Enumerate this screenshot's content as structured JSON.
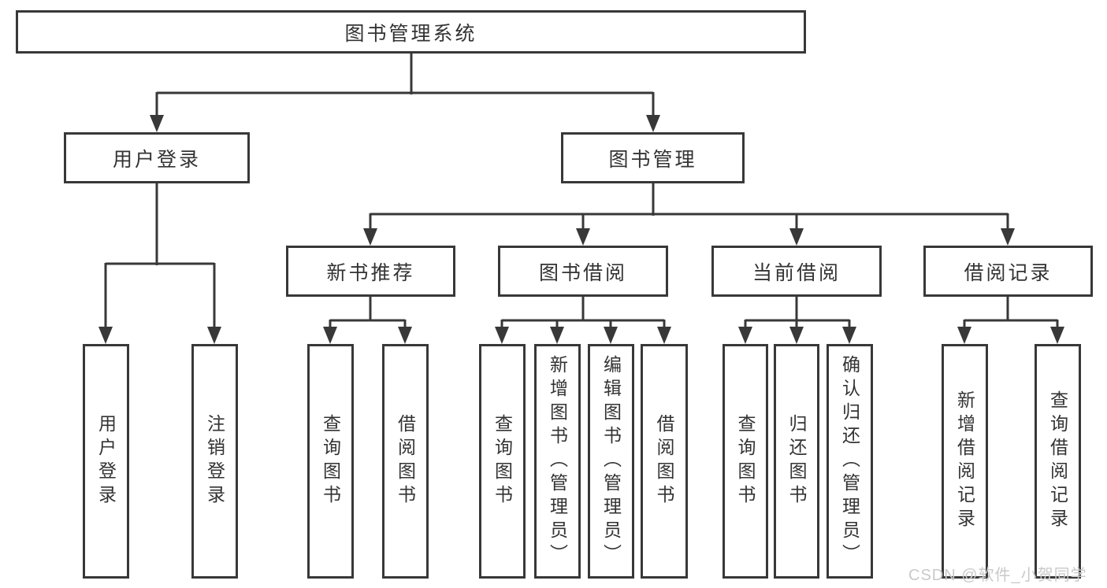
{
  "diagram_title": "图书管理系统",
  "tree": {
    "root": {
      "label": "图书管理系统",
      "children": [
        {
          "label": "用户登录",
          "children": [
            {
              "label": "用户登录"
            },
            {
              "label": "注销登录"
            }
          ]
        },
        {
          "label": "图书管理",
          "children": [
            {
              "label": "新书推荐",
              "children": [
                {
                  "label": "查询图书"
                },
                {
                  "label": "借阅图书"
                }
              ]
            },
            {
              "label": "图书借阅",
              "children": [
                {
                  "label": "查询图书"
                },
                {
                  "label": "新增图书（管理员）"
                },
                {
                  "label": "编辑图书（管理员）"
                },
                {
                  "label": "借阅图书"
                }
              ]
            },
            {
              "label": "当前借阅",
              "children": [
                {
                  "label": "查询图书"
                },
                {
                  "label": "归还图书"
                },
                {
                  "label": "确认归还（管理员）"
                }
              ]
            },
            {
              "label": "借阅记录",
              "children": [
                {
                  "label": "新增借阅记录"
                },
                {
                  "label": "查询借阅记录"
                }
              ]
            }
          ]
        }
      ]
    }
  },
  "watermark": "CSDN @软件_小贺同学",
  "colors": {
    "line": "#383838",
    "text": "#333333",
    "box_background": "#ffffff",
    "watermark": "#c9c9c9",
    "background": "#ffffff"
  }
}
